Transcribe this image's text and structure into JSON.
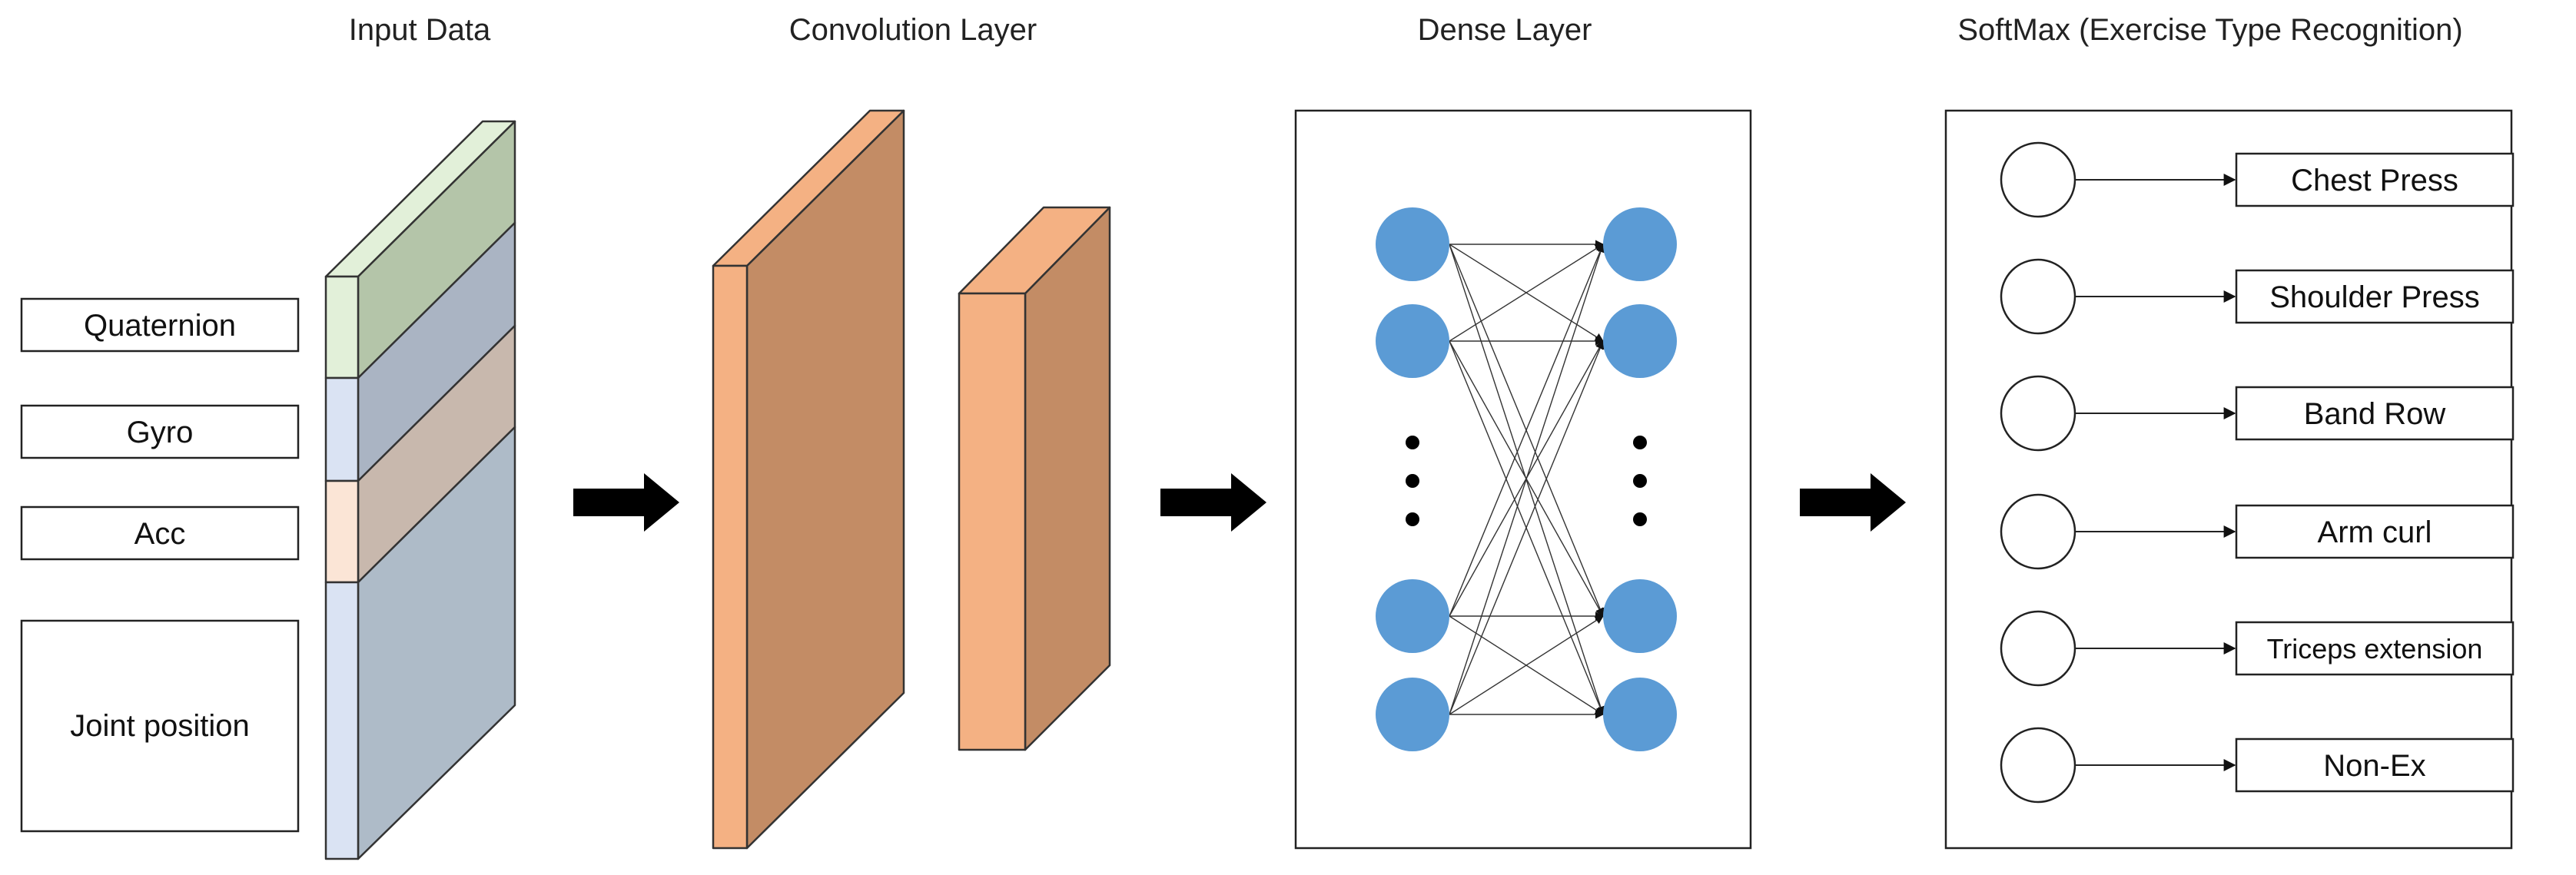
{
  "sections": {
    "input_title": "Input Data",
    "conv_title": "Convolution Layer",
    "dense_title": "Dense Layer",
    "softmax_title": "SoftMax (Exercise Type Recognition)"
  },
  "inputs": [
    "Quaternion",
    "Gyro",
    "Acc",
    "Joint position"
  ],
  "outputs": [
    "Chest Press",
    "Shoulder Press",
    "Band Row",
    "Arm curl",
    "Triceps extension",
    "Non-Ex"
  ],
  "colors": {
    "quaternion_front": "#e2f0d9",
    "quaternion_side": "#b4c5a9",
    "gyro_front": "#dae3f3",
    "gyro_side": "#aab4c3",
    "acc_front": "#fbe5d6",
    "acc_side": "#c8b8ad",
    "joint_front": "#dae3f3",
    "joint_side": "#aebbc8",
    "conv_front": "#f4b183",
    "conv_side": "#c38c65",
    "neuron": "#5b9bd5",
    "arrow": "#000000"
  }
}
